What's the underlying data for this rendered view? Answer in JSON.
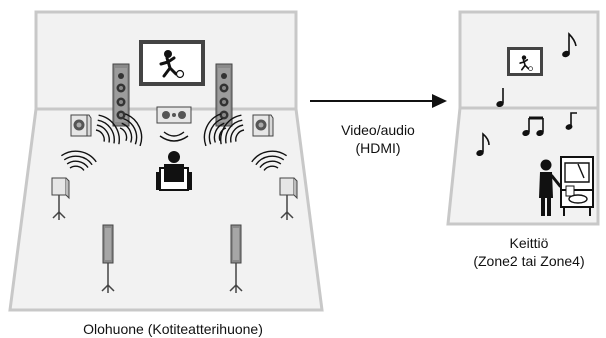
{
  "labels": {
    "living_room": "Olohuone (Kotiteatterihuone)",
    "kitchen_line1": "Keittiö",
    "kitchen_line2": "(Zone2 tai Zone4)",
    "connection_line1": "Video/audio",
    "connection_line2": "(HDMI)"
  },
  "colors": {
    "wall": "#c8c8c8",
    "room_fill": "#f2f2f2",
    "speaker_dark": "#555555",
    "speaker_mid": "#8a8a8a",
    "ink": "#111111"
  },
  "icons": {
    "tv": "tv-icon",
    "music": "music-note-icon",
    "person": "person-icon",
    "speaker": "speaker-icon"
  }
}
